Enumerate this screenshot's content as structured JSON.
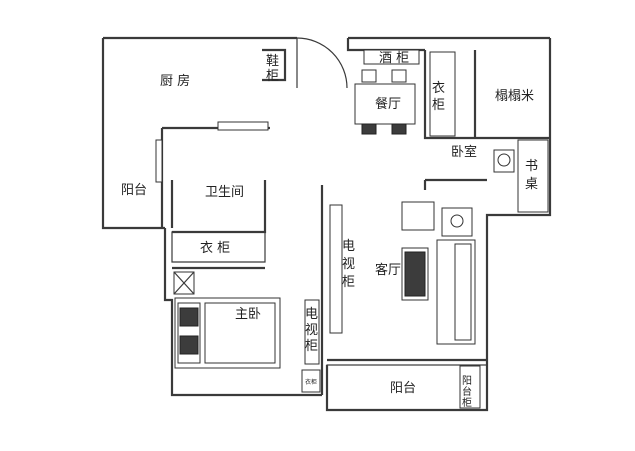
{
  "rooms": {
    "kitchen": "厨  房",
    "shoe_cabinet": [
      "鞋",
      "柜"
    ],
    "wine_cabinet": "酒  柜",
    "dining": "餐厅",
    "wardrobe_br": [
      "衣",
      "柜"
    ],
    "tatami": "榻榻米",
    "bedroom": "卧室",
    "desk": [
      "书",
      "桌"
    ],
    "balcony_west": "阳台",
    "bathroom": "卫生间",
    "wardrobe_master": "衣  柜",
    "tv_cabinet_living": [
      "电",
      "视",
      "柜"
    ],
    "living": "客厅",
    "master_bedroom": "主卧",
    "tv_cabinet_master": [
      "电",
      "视",
      "柜"
    ],
    "balcony_south": "阳台",
    "balcony_cabinet": [
      "阳",
      "台",
      "柜"
    ],
    "small_cabinet": "衣柜"
  },
  "colors": {
    "wall": "#3a3a3a",
    "furniture_fill": "#3c3c3c",
    "background": "#ffffff"
  }
}
